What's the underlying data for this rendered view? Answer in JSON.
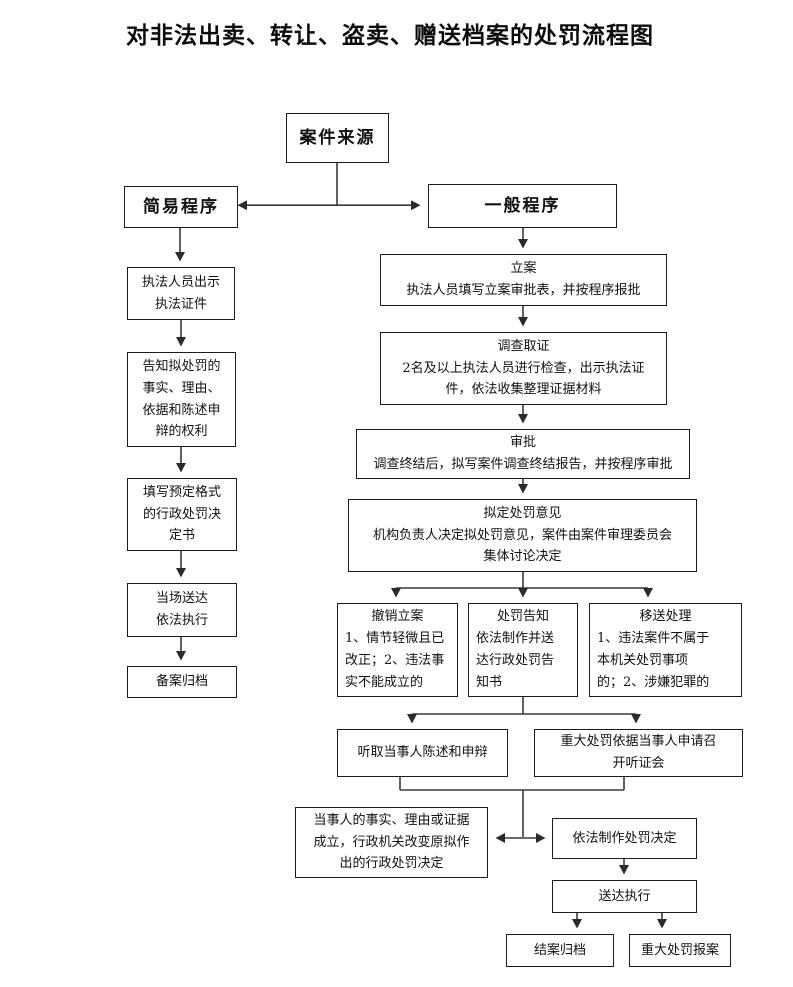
{
  "page": {
    "title": "对非法出卖、转让、盗卖、赠送档案的处罚流程图"
  },
  "nodes": {
    "case_source": {
      "label": "案件来源"
    },
    "simple_procedure": {
      "label": "简易程序"
    },
    "general_procedure": {
      "label": "一般程序"
    },
    "show_id": {
      "label": "执法人员出示\n执法证件"
    },
    "inform_rights": {
      "label": "告知拟处罚的\n事实、理由、\n依据和陈述申\n辩的权利"
    },
    "fill_decision": {
      "label": "填写预定格式\n的行政处罚决\n定书"
    },
    "onsite_delivery": {
      "label": "当场送达\n依法执行"
    },
    "record_filing": {
      "label": "备案归档"
    },
    "case_filing": {
      "title": "立案",
      "body": "执法人员填写立案审批表，并按程序报批"
    },
    "investigation": {
      "title": "调查取证",
      "body": "2名及以上执法人员进行检查，出示执法证\n件，依法收集整理证据材料"
    },
    "approval": {
      "title": "审批",
      "body": "调查终结后，拟写案件调查终结报告，并按程序审批"
    },
    "draft_opinion": {
      "title": "拟定处罚意见",
      "body": "机构负责人决定拟处罚意见，案件由案件审理委员会\n集体讨论决定"
    },
    "withdraw_case": {
      "title": "撤销立案",
      "body": "1、情节轻微且已\n改正；2、违法事\n实不能成立的"
    },
    "penalty_notice": {
      "title": "处罚告知",
      "body": "依法制作并送\n达行政处罚告\n知书"
    },
    "transfer_case": {
      "title": "移送处理",
      "body": "1、违法案件不属于\n本机关处罚事项\n的；2、涉嫌犯罪的"
    },
    "hear_statement": {
      "label": "听取当事人陈述和申辩"
    },
    "hearing": {
      "label": "重大处罚依据当事人申请召\n开听证会"
    },
    "change_decision": {
      "label": "当事人的事实、理由或证据\n成立，行政机关改变原拟作\n出的行政处罚决定"
    },
    "make_decision": {
      "label": "依法制作处罚决定"
    },
    "deliver_execute": {
      "label": "送达执行"
    },
    "close_archive": {
      "label": "结案归档"
    },
    "major_report": {
      "label": "重大处罚报案"
    }
  },
  "style": {
    "line_color": "#3a3a3a",
    "border_color": "#1c1c1c",
    "background": "#ffffff"
  }
}
